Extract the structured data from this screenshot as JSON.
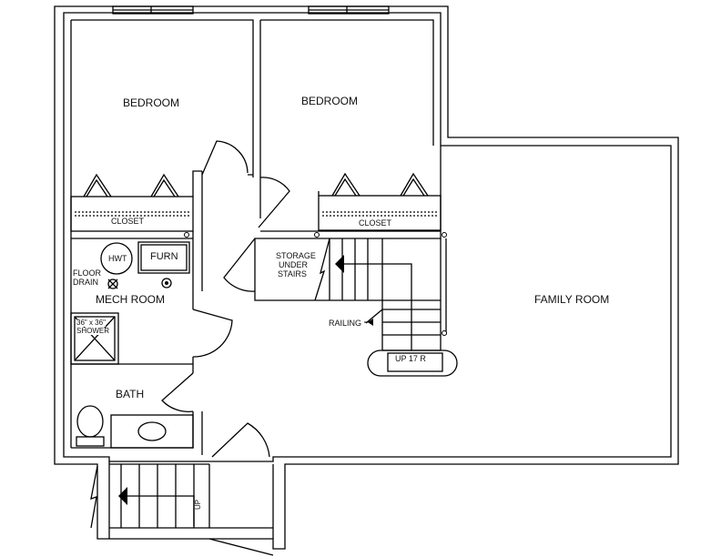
{
  "rooms": {
    "bedroom_left": "BEDROOM",
    "bedroom_right": "BEDROOM",
    "family_room": "FAMILY ROOM",
    "mech_room": "MECH ROOM",
    "bath": "BATH"
  },
  "closets": {
    "left": "CLOSET",
    "right": "CLOSET"
  },
  "fixtures": {
    "hwt": "HWT",
    "furn": "FURN",
    "floor_drain_1": "FLOOR",
    "floor_drain_2": "DRAIN",
    "shower_1": "36\" x 36\"",
    "shower_2": "SHOWER"
  },
  "storage": {
    "line1": "STORAGE",
    "line2": "UNDER",
    "line3": "STAIRS"
  },
  "stairs": {
    "railing": "RAILING",
    "up_main": "UP 17 R",
    "up_exterior": "UP"
  }
}
